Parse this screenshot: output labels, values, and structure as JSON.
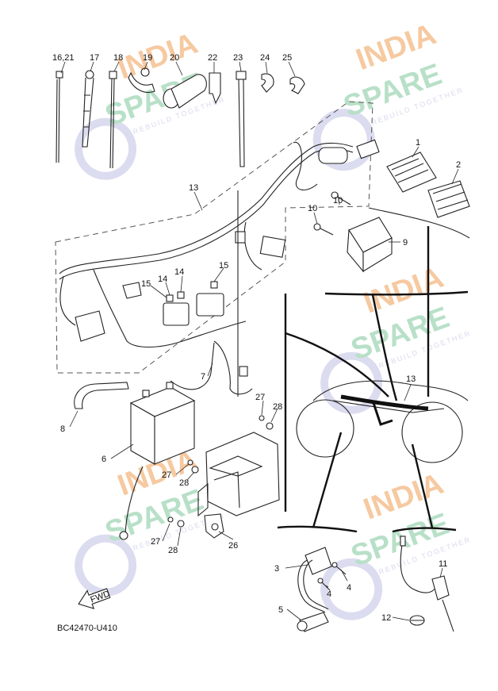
{
  "diagram_code": "BC42470-U410",
  "fwd_label": "FWD",
  "watermark": {
    "line1": "INDIA",
    "line2": "SPARE",
    "tagline": "REBUILD TOGETHER",
    "colors": {
      "india": "#f6c9a0",
      "spare": "#b8e0c8",
      "tagline": "#d9d9ee",
      "icon": "#dcdcf0"
    }
  },
  "callouts": {
    "c16_21": "16,21",
    "c17": "17",
    "c18": "18",
    "c19": "19",
    "c20": "20",
    "c22": "22",
    "c23": "23",
    "c24": "24",
    "c25": "25",
    "c1": "1",
    "c2": "2",
    "c13a": "13",
    "c10a": "10",
    "c10b": "10",
    "c9": "9",
    "c15a": "15",
    "c14a": "14",
    "c14b": "14",
    "c15b": "15",
    "c7": "7",
    "c8": "8",
    "c6": "6",
    "c27a": "27",
    "c28a": "28",
    "c27b": "27",
    "c28b": "28",
    "c27c": "27",
    "c28c": "28",
    "c26": "26",
    "c13b": "13",
    "c3": "3",
    "c4a": "4",
    "c4b": "4",
    "c5": "5",
    "c11": "11",
    "c12": "12"
  }
}
